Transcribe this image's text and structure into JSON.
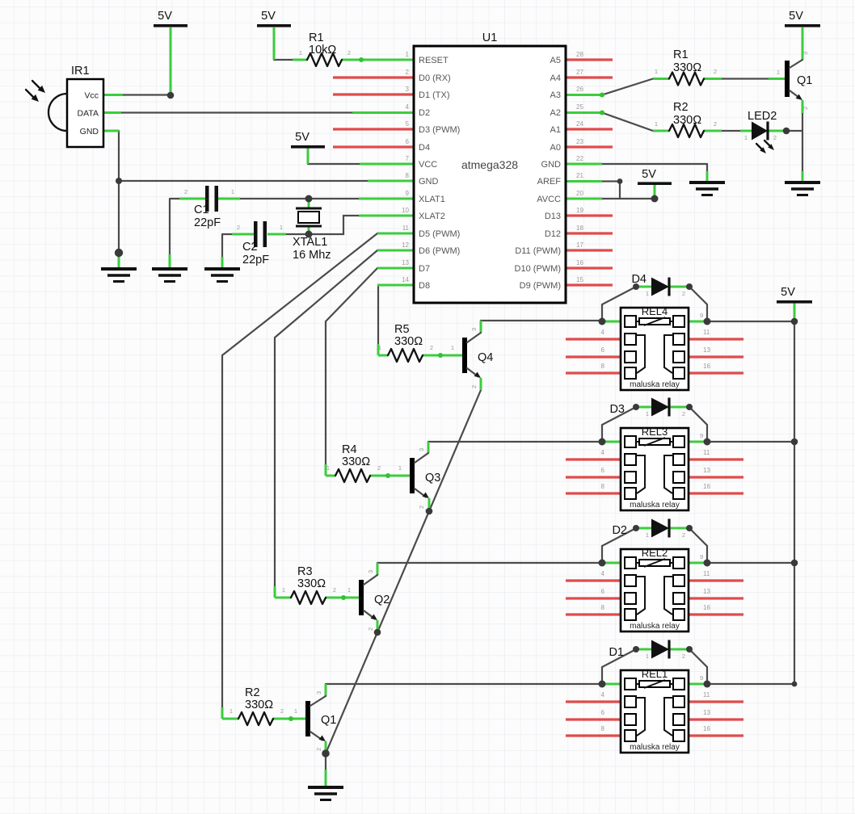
{
  "labels": {
    "v5": "5V",
    "p1": "1",
    "p2": "2",
    "p3": "3"
  },
  "ir1": {
    "ref": "IR1",
    "vcc": "Vcc",
    "data": "DATA",
    "gnd": "GND"
  },
  "u1": {
    "ref": "U1",
    "part": "atmega328",
    "left": [
      {
        "n": "1",
        "l": "RESET"
      },
      {
        "n": "2",
        "l": "D0 (RX)"
      },
      {
        "n": "3",
        "l": "D1 (TX)"
      },
      {
        "n": "4",
        "l": "D2"
      },
      {
        "n": "5",
        "l": "D3 (PWM)"
      },
      {
        "n": "6",
        "l": "D4"
      },
      {
        "n": "7",
        "l": "VCC"
      },
      {
        "n": "8",
        "l": "GND"
      },
      {
        "n": "9",
        "l": "XLAT1"
      },
      {
        "n": "10",
        "l": "XLAT2"
      },
      {
        "n": "11",
        "l": "D5 (PWM)"
      },
      {
        "n": "12",
        "l": "D6 (PWM)"
      },
      {
        "n": "13",
        "l": "D7"
      },
      {
        "n": "14",
        "l": "D8"
      }
    ],
    "right": [
      {
        "n": "28",
        "l": "A5"
      },
      {
        "n": "27",
        "l": "A4"
      },
      {
        "n": "26",
        "l": "A3"
      },
      {
        "n": "25",
        "l": "A2"
      },
      {
        "n": "24",
        "l": "A1"
      },
      {
        "n": "23",
        "l": "A0"
      },
      {
        "n": "22",
        "l": "GND"
      },
      {
        "n": "21",
        "l": "AREF"
      },
      {
        "n": "20",
        "l": "AVCC"
      },
      {
        "n": "19",
        "l": "D13"
      },
      {
        "n": "18",
        "l": "D12"
      },
      {
        "n": "17",
        "l": "D11 (PWM)"
      },
      {
        "n": "16",
        "l": "D10 (PWM)"
      },
      {
        "n": "15",
        "l": "D9 (PWM)"
      }
    ]
  },
  "resistors": {
    "pullup": {
      "ref": "R1",
      "val": "10kΩ"
    },
    "base_q1": {
      "ref": "R1",
      "val": "330Ω"
    },
    "led": {
      "ref": "R2",
      "val": "330Ω"
    }
  },
  "caps": {
    "c1": {
      "ref": "C1",
      "val": "22pF"
    },
    "c2": {
      "ref": "C2",
      "val": "22pF"
    }
  },
  "xtal": {
    "ref": "XTAL1",
    "val": "16 Mhz"
  },
  "led2": {
    "ref": "LED2"
  },
  "q_top": {
    "ref": "Q1"
  },
  "stages": [
    {
      "r": "R5",
      "v": "330Ω",
      "q": "Q4"
    },
    {
      "r": "R4",
      "v": "330Ω",
      "q": "Q3"
    },
    {
      "r": "R3",
      "v": "330Ω",
      "q": "Q2"
    },
    {
      "r": "R2",
      "v": "330Ω",
      "q": "Q1"
    }
  ],
  "diodes": [
    "D4",
    "D3",
    "D2",
    "D1"
  ],
  "relays": [
    {
      "ref": "REL4"
    },
    {
      "ref": "REL3"
    },
    {
      "ref": "REL2"
    },
    {
      "ref": "REL1"
    }
  ],
  "relay_common": {
    "type": "maluska relay",
    "pl": [
      "4",
      "6",
      "8"
    ],
    "pr": [
      "11",
      "13",
      "16"
    ],
    "pt": "9"
  }
}
